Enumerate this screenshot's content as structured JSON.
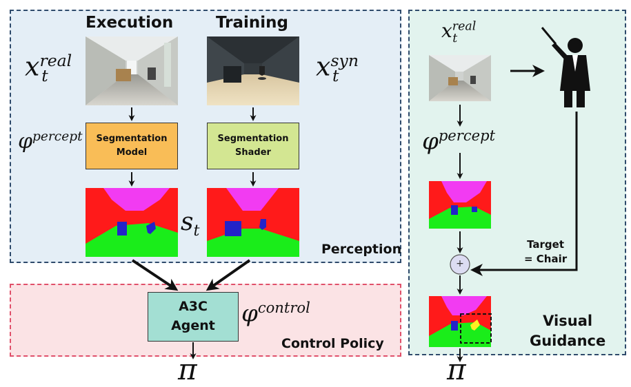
{
  "perception": {
    "heading_execution": "Execution",
    "heading_training": "Training",
    "label": "Perception",
    "x_real": {
      "base": "x",
      "sub": "t",
      "sup": "real"
    },
    "x_syn": {
      "base": "x",
      "sub": "t",
      "sup": "syn"
    },
    "phi_percept": {
      "base": "φ",
      "sup": "percept"
    },
    "s_t": {
      "base": "s",
      "sub": "t"
    },
    "seg_model_line1": "Segmentation",
    "seg_model_line2": "Model",
    "seg_shader_line1": "Segmentation",
    "seg_shader_line2": "Shader"
  },
  "control": {
    "label": "Control Policy",
    "agent_line1": "A3C",
    "agent_line2": "Agent",
    "phi_control": {
      "base": "φ",
      "sup": "control"
    },
    "pi": "π"
  },
  "guidance": {
    "label_line1": "Visual",
    "label_line2": "Guidance",
    "x_real": {
      "base": "x",
      "sub": "t",
      "sup": "real"
    },
    "phi_percept": {
      "base": "φ",
      "sup": "percept"
    },
    "target_line1": "Target",
    "target_line2": "= Chair",
    "plus": "+",
    "pi": "π"
  },
  "colors": {
    "segmentation_model_box": "#f9bd57",
    "segmentation_shader_box": "#d3e692",
    "agent_box": "#a3dfd3",
    "seg_wall": "#ff1a1a",
    "seg_ceiling": "#f23bf2",
    "seg_floor": "#1aed1a",
    "seg_object": "#2323c8",
    "seg_target": "#ffee22",
    "plus_node": "#dcdcf2"
  },
  "icons": [
    "teacher-icon",
    "corridor-photo-real",
    "corridor-render-synthetic"
  ]
}
